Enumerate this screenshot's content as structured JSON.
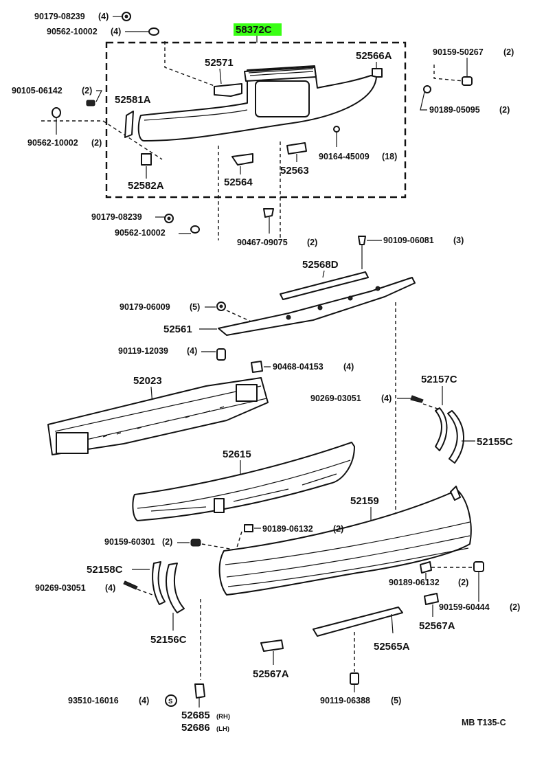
{
  "diagram": {
    "assembly": {
      "ref": "58372C",
      "highlight_color": "#39ff14"
    },
    "labels": {
      "p90179_08239_4": "90179-08239",
      "p90562_10002_4": "90562-10002",
      "p52571": "52571",
      "p52566A": "52566A",
      "p90159_50267": "90159-50267",
      "p90105_06142": "90105-06142",
      "p52581A": "52581A",
      "p90189_05095": "90189-05095",
      "p90562_10002_2": "90562-10002",
      "p90164_45009": "90164-45009",
      "p52563": "52563",
      "p52582A": "52582A",
      "p52564": "52564",
      "p90179_08239": "90179-08239",
      "p90562_10002": "90562-10002",
      "p90467_09075": "90467-09075",
      "p90109_06081": "90109-06081",
      "p52568D": "52568D",
      "p90179_06009": "90179-06009",
      "p52561": "52561",
      "p90119_12039": "90119-12039",
      "p90468_04153": "90468-04153",
      "p52023": "52023",
      "p52157C": "52157C",
      "p90269_03051_a": "90269-03051",
      "p52155C": "52155C",
      "p52615": "52615",
      "p52159": "52159",
      "p90159_60301": "90159-60301",
      "p90189_06132_a": "90189-06132",
      "p52158C": "52158C",
      "p90269_03051_b": "90269-03051",
      "p90189_06132_b": "90189-06132",
      "p90159_60444": "90159-60444",
      "p52567A_a": "52567A",
      "p52156C": "52156C",
      "p52565A": "52565A",
      "p52567A_b": "52567A",
      "p93510_16016": "93510-16016",
      "p90119_06388": "90119-06388",
      "p52685": "52685",
      "p52686": "52686"
    },
    "quantities": {
      "q90179_08239_4": "(4)",
      "q90562_10002_4": "(4)",
      "q90159_50267": "(2)",
      "q90105_06142": "(2)",
      "q90189_05095": "(2)",
      "q90562_10002_2": "(2)",
      "q90164_45009": "(18)",
      "q90467_09075": "(2)",
      "q90109_06081": "(3)",
      "q90179_06009": "(5)",
      "q90119_12039": "(4)",
      "q90468_04153": "(4)",
      "q90269_03051_a": "(4)",
      "q90159_60301": "(2)",
      "q90189_06132_a": "(2)",
      "q90269_03051_b": "(4)",
      "q90189_06132_b": "(2)",
      "q90159_60444": "(2)",
      "q93510_16016": "(4)",
      "q90119_06388": "(5)"
    },
    "side_marks": {
      "rh": "(RH)",
      "lh": "(LH)"
    },
    "symbol_s": "S",
    "footer_code": "MB  T135-C"
  }
}
